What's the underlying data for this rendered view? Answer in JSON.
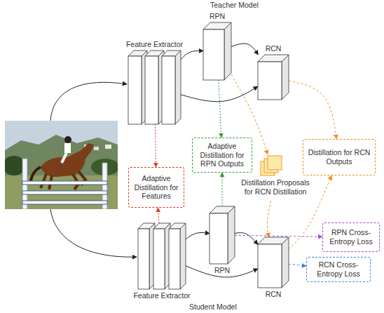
{
  "diagram": {
    "nodes": [
      {
        "text": [
          "Feature Extractor"
        ]
      },
      {
        "text": [
          "RPN"
        ]
      },
      {
        "text": [
          "RCN"
        ]
      },
      {
        "text": [
          "Adaptive Distillation for Features"
        ]
      },
      {
        "text": [
          "Adaptive Distillation for RPN Outputs"
        ]
      },
      {
        "text": [
          "Distillation Proposals for RCN Distillation"
        ]
      },
      {
        "text": [
          "Distillation for RCN Outputs"
        ]
      },
      {
        "text": [
          "Feature Extractor"
        ]
      },
      {
        "text": [
          "RPN"
        ]
      },
      {
        "text": [
          "RCN"
        ]
      },
      {
        "text": [
          "RPN Cross-Entropy Loss"
        ]
      },
      {
        "text": [
          "RCN Cross-Entropy Loss"
        ]
      }
    ],
    "edges": [
      {
        "from": 0,
        "to": 1,
        "arrow": "to"
      },
      {
        "from": 1,
        "to": 2,
        "arrow": "to"
      },
      {
        "from": 0,
        "to": 2,
        "arrow": "to"
      },
      {
        "from": 0,
        "to": 3,
        "arrow": "to"
      },
      {
        "from": 7,
        "to": 3,
        "arrow": "to"
      },
      {
        "from": 1,
        "to": 4,
        "arrow": "to"
      },
      {
        "from": 8,
        "to": 4,
        "arrow": "to"
      },
      {
        "from": 1,
        "to": 5,
        "arrow": "to"
      },
      {
        "from": 2,
        "to": 6,
        "arrow": "to"
      },
      {
        "from": 5,
        "to": 9,
        "arrow": "to"
      },
      {
        "from": 9,
        "to": 6,
        "arrow": "to"
      },
      {
        "from": 7,
        "to": 8,
        "arrow": "to"
      },
      {
        "from": 7,
        "to": 9,
        "arrow": "to"
      },
      {
        "from": 8,
        "to": 9,
        "arrow": "to"
      },
      {
        "from": 8,
        "to": 10,
        "arrow": "to"
      },
      {
        "from": 9,
        "to": 11,
        "arrow": "to"
      }
    ],
    "labels": [
      "Teacher Model",
      "Student Model"
    ]
  }
}
